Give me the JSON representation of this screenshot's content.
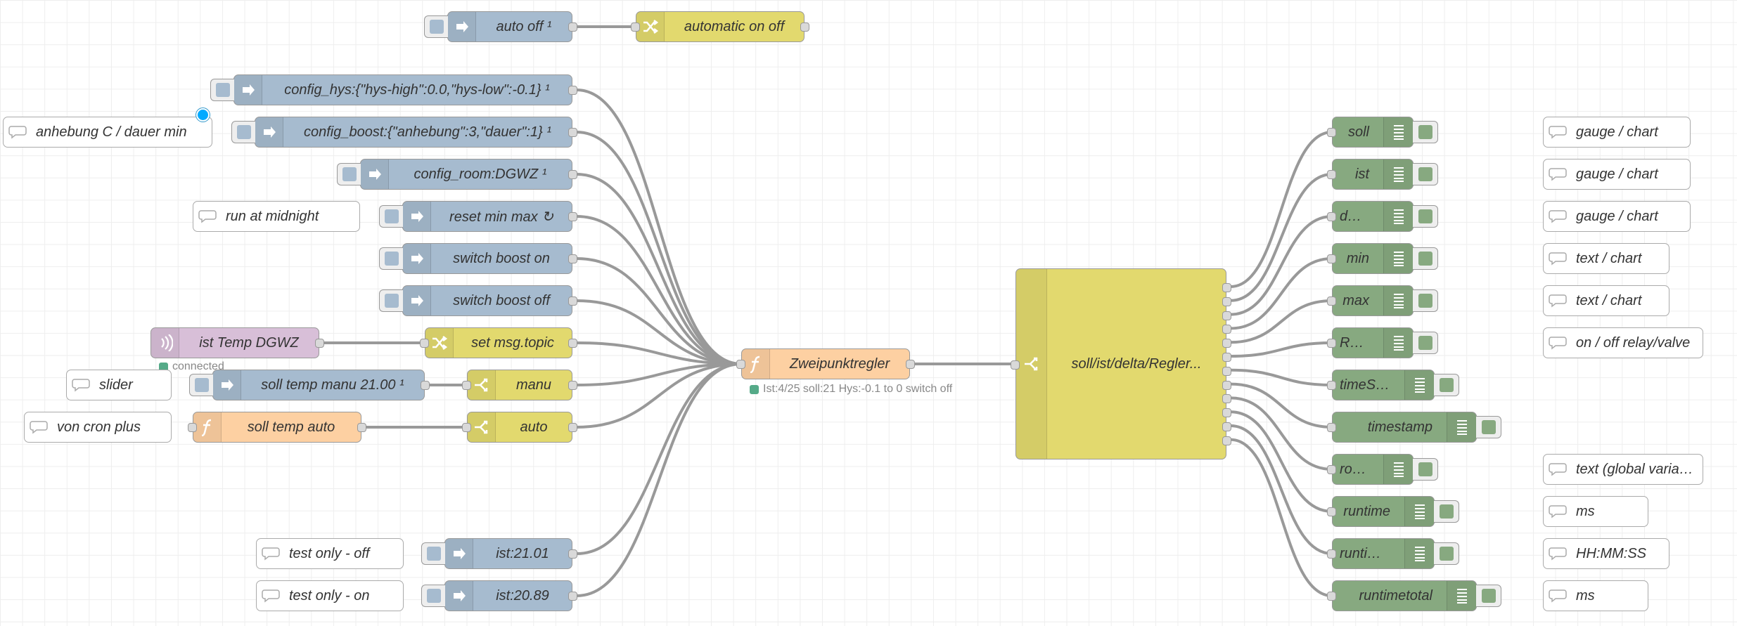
{
  "colors": {
    "inject": "#a6bbcf",
    "change": "#e2d96e",
    "function": "#fdd0a2",
    "mqtt": "#d8bfd8",
    "debug": "#87a980",
    "comment": "#ffffff",
    "wire": "#999999",
    "status_green": "#55aa88"
  },
  "nodes": {
    "inject_auto_off": "auto off ¹",
    "change_automatic": "automatic on off",
    "inject_config_hys": "config_hys:{\"hys-high\":0.0,\"hys-low\":-0.1} ¹",
    "comment_anhebung": "anhebung C / dauer min",
    "inject_config_boost": "config_boost:{\"anhebung\":3,\"dauer\":1} ¹",
    "inject_config_room": "config_room:DGWZ ¹",
    "comment_midnight": "run at midnight",
    "inject_reset": "reset min max ↻",
    "inject_boost_on": "switch boost on",
    "inject_boost_off": "switch boost off",
    "mqtt_ist_temp": "ist Temp DGWZ",
    "mqtt_status": "connected",
    "change_set_topic": "set msg.topic",
    "comment_slider": "slider",
    "inject_soll_manu": "soll temp manu 21.00 ¹",
    "switch_manu": "manu",
    "comment_cron": "von cron plus",
    "func_soll_auto": "soll temp auto",
    "switch_auto": "auto",
    "func_zweipunkt": "Zweipunktregler",
    "func_status": "Ist:4/25 soll:21 Hys:-0.1 to 0 switch off",
    "comment_test_off": "test only - off",
    "inject_ist_2101": "ist:21.01",
    "comment_test_on": "test only - on",
    "inject_ist_2089": "ist:20.89",
    "switch_big": "soll/ist/delta/Regler..."
  },
  "debug_nodes": [
    {
      "label": "soll"
    },
    {
      "label": "ist"
    },
    {
      "label": "delta"
    },
    {
      "label": "min"
    },
    {
      "label": "max"
    },
    {
      "label": "Regler"
    },
    {
      "label": "timeString"
    },
    {
      "label": "timestamp"
    },
    {
      "label": "room"
    },
    {
      "label": "runtime"
    },
    {
      "label": "runtimestr"
    },
    {
      "label": "runtimetotal"
    }
  ],
  "right_comments": [
    "gauge / chart",
    "gauge / chart",
    "gauge / chart",
    "text / chart",
    "text / chart",
    "on / off relay/valve",
    "text (global variable)",
    "ms",
    "HH:MM:SS",
    "ms"
  ],
  "icons": {
    "inject": "arrow-right-icon",
    "change": "shuffle-icon",
    "switch": "split-icon",
    "function": "function-icon",
    "mqtt": "radio-wave-icon",
    "debug": "list-icon",
    "comment": "speech-bubble-icon"
  }
}
